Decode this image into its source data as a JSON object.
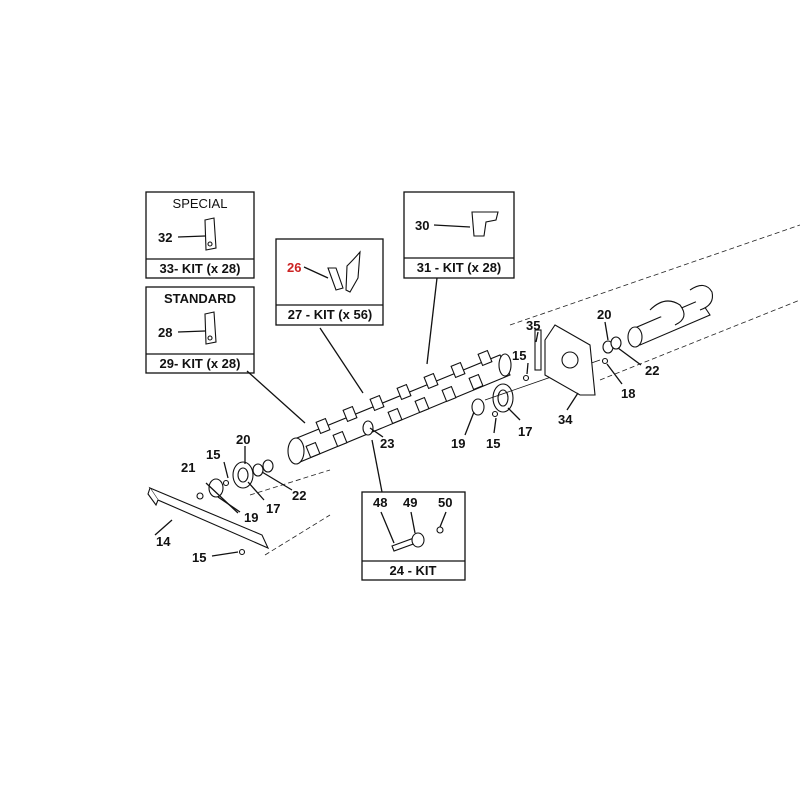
{
  "callouts": {
    "p14": "14",
    "p15a": "15",
    "p15b": "15",
    "p17a": "17",
    "p19a": "19",
    "p20a": "20",
    "p21": "21",
    "p22a": "22",
    "p23": "23",
    "p15c": "15",
    "p15d": "15",
    "p17b": "17",
    "p19b": "19",
    "p35": "35",
    "p20b": "20",
    "p22b": "22",
    "p18": "18",
    "p34": "34"
  },
  "boxes": {
    "special": {
      "caption": "SPECIAL",
      "part": "32",
      "kit": "33- KIT (x 28)"
    },
    "standard": {
      "caption": "STANDARD",
      "part": "28",
      "kit": "29- KIT (x 28)"
    },
    "kit27": {
      "part": "26",
      "kit": "27 - KIT (x 56)"
    },
    "kit31": {
      "part": "30",
      "kit": "31 - KIT (x 28)"
    },
    "kit24": {
      "parts": [
        "48",
        "49",
        "50"
      ],
      "kit": "24 - KIT"
    }
  },
  "colors": {
    "highlight": "#cc2222",
    "line": "#111111"
  }
}
